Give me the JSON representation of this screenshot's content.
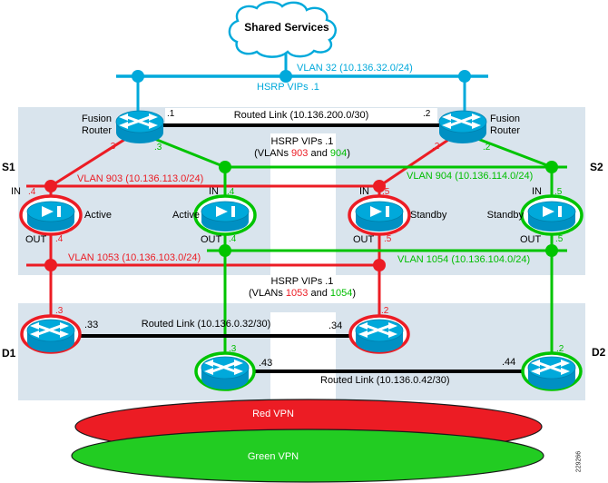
{
  "figure_number": "229266",
  "colors": {
    "cyan": "#00A9DB",
    "red": "#EC1C24",
    "green": "#00BE00",
    "panel_blue": "#D9E4ED",
    "line_black": "#000000"
  },
  "cloud": {
    "label": "Shared Services"
  },
  "top": {
    "vlan_label": "VLAN 32 (10.136.32.0/24)",
    "hsrp_label": "HSRP VIPs .1"
  },
  "zones": {
    "s1": "S1",
    "s2": "S2",
    "d1": "D1",
    "d2": "D2"
  },
  "fusion": {
    "left_label": "Fusion Router",
    "right_label": "Fusion Router",
    "left_port": ".1",
    "right_port": ".2",
    "left_red_port": ".3",
    "left_green_port": ".3",
    "right_red_port": ".2",
    "right_green_port": ".2"
  },
  "links": {
    "top": "Routed Link (10.136.200.0/30)",
    "d1": "Routed Link (10.136.0.32/30)",
    "d2": "Routed Link (10.136.0.42/30)"
  },
  "hsrp_s": {
    "title": "HSRP VIPs .1",
    "open": "(VLANs ",
    "red": "903",
    "and": " and ",
    "green": "904",
    "close": ")"
  },
  "hsrp_d": {
    "title": "HSRP VIPs .1",
    "open": "(VLANs ",
    "red": "1053",
    "and": " and ",
    "green": "1054",
    "close": ")"
  },
  "vlans": {
    "v903": "VLAN 903 (10.136.113.0/24)",
    "v904": "VLAN 904 (10.136.114.0/24)",
    "v1053": "VLAN 1053 (10.136.103.0/24)",
    "v1054": "VLAN 1054 (10.136.104.0/24)"
  },
  "firewalls": [
    {
      "in": "IN",
      "in_port": ".4",
      "out": "OUT",
      "out_port": ".4",
      "role": "Active"
    },
    {
      "in": "IN",
      "in_port": ".4",
      "out": "OUT",
      "out_port": ".4",
      "role": "Active"
    },
    {
      "in": "IN",
      "in_port": ".5",
      "out": "OUT",
      "out_port": ".5",
      "role": "Standby"
    },
    {
      "in": "IN",
      "in_port": ".5",
      "out": "OUT",
      "out_port": ".5",
      "role": "Standby"
    }
  ],
  "d_routers": [
    {
      "port": ".3",
      "addr": ".33"
    },
    {
      "port": ".2",
      "addr": ".34"
    },
    {
      "port": ".3",
      "addr": ".43"
    },
    {
      "port": ".2",
      "addr": ".44"
    }
  ],
  "vpn": {
    "red": "Red VPN",
    "green": "Green VPN"
  }
}
